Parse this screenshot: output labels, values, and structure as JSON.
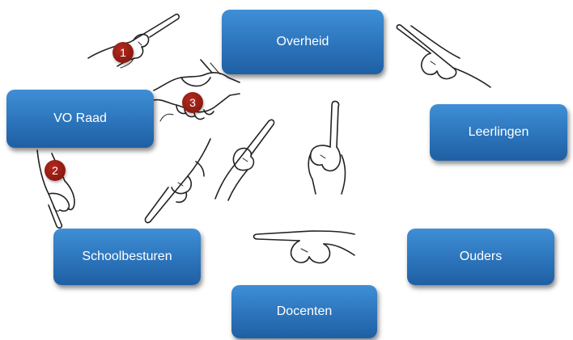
{
  "nodes": {
    "overheid": "Overheid",
    "vo_raad": "VO Raad",
    "leerlingen": "Leerlingen",
    "schoolbesturen": "Schoolbesturen",
    "ouders": "Ouders",
    "docenten": "Docenten"
  },
  "markers": {
    "one": "1",
    "two": "2",
    "three": "3"
  },
  "colors": {
    "box": "#2f79c0",
    "marker": "#8e1a10"
  },
  "icons": [
    "pointing-hand-icon",
    "handshake-icon"
  ]
}
